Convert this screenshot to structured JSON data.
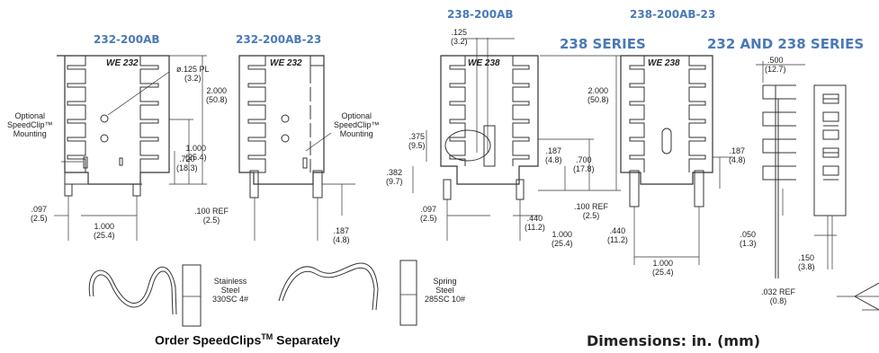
{
  "headers": {
    "h232": "232-200AB",
    "h232_23": "232-200AB-23",
    "h238": "238-200AB",
    "h238_23": "238-200AB-23",
    "series238": "238 SERIES",
    "series232_238": "232 AND 238 SERIES"
  },
  "markings": {
    "logo232": "232",
    "logo238": "238"
  },
  "dims_232": {
    "hole": "ø.125 PL",
    "hole_mm": "(3.2)",
    "opt1": "Optional",
    "opt2": "SpeedClip™",
    "opt3": "Mounting",
    "h2000": "2.000",
    "h2000_mm": "(50.8)",
    "h1000": "1.000",
    "h1000_mm": "(25.4)",
    "h720": ".720",
    "h720_mm": "(18.3)",
    "p097": ".097",
    "p097_mm": "(2.5)",
    "w1000": "1.000",
    "w1000_mm": "(25.4)"
  },
  "dims_232_23": {
    "opt1": "Optional",
    "opt2": "SpeedClip™",
    "opt3": "Mounting",
    "ref100": ".100 REF",
    "ref100_mm": "(2.5)",
    "d187": ".187",
    "d187_mm": "(4.8)"
  },
  "dims_238": {
    "d125": ".125",
    "d125_mm": "(3.2)",
    "d375": ".375",
    "d375_mm": "(9.5)",
    "d382": ".382",
    "d382_mm": "(9.7)",
    "h2000": "2.000",
    "h2000_mm": "(50.8)",
    "d187": ".187",
    "d187_mm": "(4.8)",
    "d700": ".700",
    "d700_mm": "(17.8)",
    "p097": ".097",
    "p097_mm": "(2.5)",
    "d440": ".440",
    "d440_mm": "(11.2)",
    "w1000": "1.000",
    "w1000_mm": "(25.4)",
    "ref100": ".100 REF",
    "ref100_mm": "(2.5)"
  },
  "dims_238_23": {
    "d187": ".187",
    "d187_mm": "(4.8)",
    "d440": ".440",
    "d440_mm": "(11.2)",
    "w1000": "1.000",
    "w1000_mm": "(25.4)"
  },
  "dims_series": {
    "d500": ".500",
    "d500_mm": "(12.7)",
    "d050": ".050",
    "d050_mm": "(1.3)",
    "d150": ".150",
    "d150_mm": "(3.8)",
    "ref032": ".032 REF",
    "ref032_mm": "(0.8)"
  },
  "clips": {
    "ss1": "Stainless",
    "ss2": "Steel",
    "ss3": "330SC 4#",
    "sp1": "Spring",
    "sp2": "Steel",
    "sp3": "285SC 10#",
    "order": "Order SpeedClips",
    "order_tm": "TM",
    "order2": " Separately"
  },
  "caption": "Dimensions: in. (mm)"
}
